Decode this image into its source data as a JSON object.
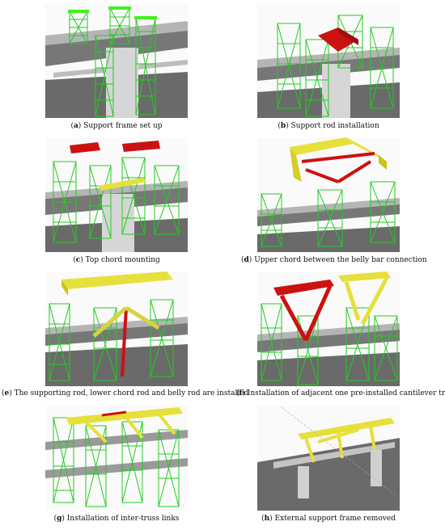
{
  "panels": [
    {
      "letter": "a",
      "caption": " Support frame set up"
    },
    {
      "letter": "b",
      "caption": " Support rod installation"
    },
    {
      "letter": "c",
      "caption": " Top chord mounting"
    },
    {
      "letter": "d",
      "caption": " Upper chord between the belly bar connection"
    },
    {
      "letter": "e",
      "caption": " The supporting rod, lower chord rod and belly rod are installed"
    },
    {
      "letter": "f",
      "caption": " Installation of adjacent one pre-installed cantilever truss"
    },
    {
      "letter": "g",
      "caption": " Installation of inter-truss links"
    },
    {
      "letter": "h",
      "caption": " External support frame removed"
    }
  ],
  "colors": {
    "frame_green": "#22cc22",
    "frame_green_light": "#66ff44",
    "rod_red": "#cc1111",
    "chord_yellow": "#e6e03a",
    "deck_gray": "#6f6f6f",
    "deck_gray_light": "#b9b9b9",
    "pier_gray": "#cfcfcf"
  }
}
